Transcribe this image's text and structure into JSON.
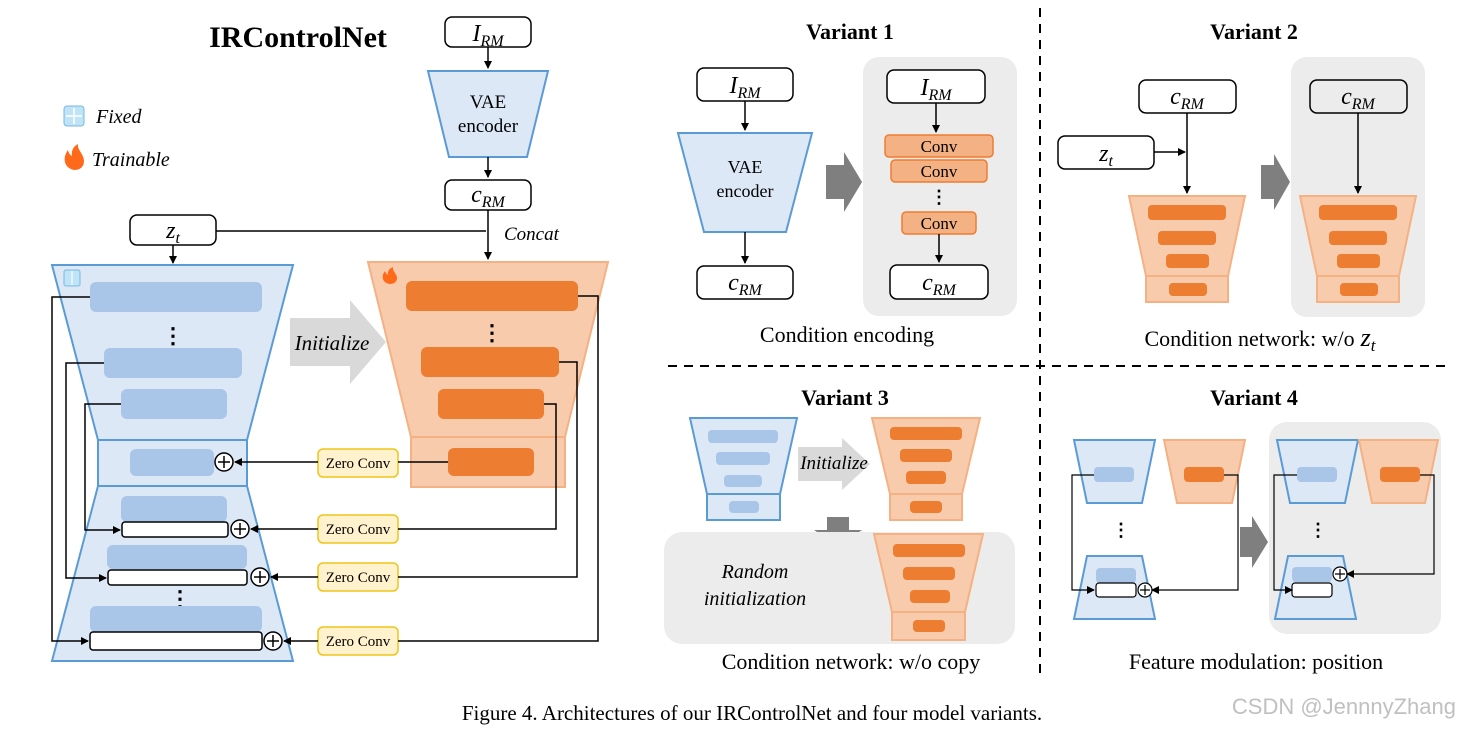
{
  "left": {
    "title": "IRControlNet",
    "legend": {
      "fixed": "Fixed",
      "trainable": "Trainable"
    },
    "i_rm": "I",
    "i_rm_sub": "RM",
    "vae_line1": "VAE",
    "vae_line2": "encoder",
    "c_rm": "c",
    "c_rm_sub": "RM",
    "z_t": "z",
    "z_t_sub": "t",
    "concat": "Concat",
    "initialize": "Initialize",
    "zero_conv": "Zero Conv",
    "dots": "⋮"
  },
  "variant1": {
    "title": "Variant 1",
    "vae_line1": "VAE",
    "vae_line2": "encoder",
    "conv": "Conv",
    "caption": "Condition encoding"
  },
  "variant2": {
    "title": "Variant 2",
    "caption": "Condition network: w/o",
    "caption_math": "z",
    "caption_sub": "t"
  },
  "variant3": {
    "title": "Variant 3",
    "initialize": "Initialize",
    "random_line1": "Random",
    "random_line2": "initialization",
    "caption": "Condition network: w/o copy"
  },
  "variant4": {
    "title": "Variant 4",
    "caption": "Feature modulation: position"
  },
  "figure_caption": "Figure 4. Architectures of our IRControlNet and four model variants.",
  "watermark": "CSDN @JennnyZhang",
  "colors": {
    "blue_fill": "#dce8f6",
    "blue_block": "#a9c6e8",
    "blue_stroke": "#5b9bd5",
    "orange_fill": "#f8cbad",
    "orange_block": "#ed7d31",
    "orange_light": "#f4b183",
    "zero_conv_fill": "#fff2cc",
    "zero_conv_stroke": "#f0c419",
    "gray_panel": "#ececec",
    "arrow_gray": "#999999"
  }
}
